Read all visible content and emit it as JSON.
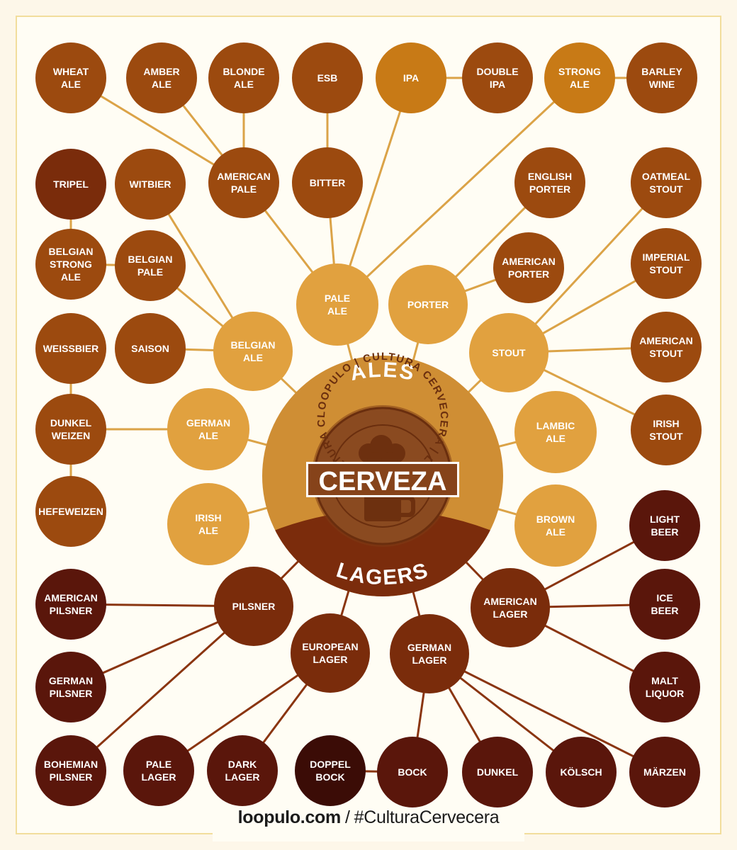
{
  "center": {
    "top_label": "ALES",
    "bottom_label": "LAGERS",
    "main_word": "CERVEZA",
    "seal_text": "LOOPULO | CULTURA CERVECERA | LOOPULO | CULTURA CERVECERA |"
  },
  "colors": {
    "light": "#e1a13f",
    "medium": "#c87a16",
    "dark": "#9c4a0f",
    "darker": "#7a2c0b",
    "darkest": "#5a160b",
    "line_ale": "#dba347",
    "line_lager": "#8a3510",
    "center": "#cf8e34",
    "lager_band": "#7b2c0c",
    "seal": "#7e3d16"
  },
  "nodes": [
    {
      "id": "wheat_ale",
      "label": [
        "WHEAT",
        "ALE"
      ],
      "tone": "dark"
    },
    {
      "id": "amber_ale",
      "label": [
        "AMBER",
        "ALE"
      ],
      "tone": "dark"
    },
    {
      "id": "blonde_ale",
      "label": [
        "BLONDE",
        "ALE"
      ],
      "tone": "dark"
    },
    {
      "id": "esb",
      "label": [
        "ESB"
      ],
      "tone": "dark"
    },
    {
      "id": "ipa",
      "label": [
        "IPA"
      ],
      "tone": "medium"
    },
    {
      "id": "double_ipa",
      "label": [
        "DOUBLE",
        "IPA"
      ],
      "tone": "dark"
    },
    {
      "id": "strong_ale",
      "label": [
        "STRONG",
        "ALE"
      ],
      "tone": "medium"
    },
    {
      "id": "barley_wine",
      "label": [
        "BARLEY",
        "WINE"
      ],
      "tone": "dark"
    },
    {
      "id": "american_pale",
      "label": [
        "AMERICAN",
        "PALE"
      ],
      "tone": "dark"
    },
    {
      "id": "bitter",
      "label": [
        "BITTER"
      ],
      "tone": "dark"
    },
    {
      "id": "tripel",
      "label": [
        "TRIPEL"
      ],
      "tone": "darker"
    },
    {
      "id": "witbier",
      "label": [
        "WITBIER"
      ],
      "tone": "dark"
    },
    {
      "id": "english_porter",
      "label": [
        "ENGLISH",
        "PORTER"
      ],
      "tone": "dark"
    },
    {
      "id": "oatmeal_stout",
      "label": [
        "OATMEAL",
        "STOUT"
      ],
      "tone": "dark"
    },
    {
      "id": "belgian_strong_ale",
      "label": [
        "BELGIAN",
        "STRONG",
        "ALE"
      ],
      "tone": "dark"
    },
    {
      "id": "belgian_pale",
      "label": [
        "BELGIAN",
        "PALE"
      ],
      "tone": "dark"
    },
    {
      "id": "american_porter",
      "label": [
        "AMERICAN",
        "PORTER"
      ],
      "tone": "dark"
    },
    {
      "id": "imperial_stout",
      "label": [
        "IMPERIAL",
        "STOUT"
      ],
      "tone": "dark"
    },
    {
      "id": "pale_ale",
      "label": [
        "PALE",
        "ALE"
      ],
      "tone": "light"
    },
    {
      "id": "porter",
      "label": [
        "PORTER"
      ],
      "tone": "light"
    },
    {
      "id": "weissbier",
      "label": [
        "WEISSBIER"
      ],
      "tone": "dark"
    },
    {
      "id": "saison",
      "label": [
        "SAISON"
      ],
      "tone": "dark"
    },
    {
      "id": "belgian_ale",
      "label": [
        "BELGIAN",
        "ALE"
      ],
      "tone": "light"
    },
    {
      "id": "stout",
      "label": [
        "STOUT"
      ],
      "tone": "light"
    },
    {
      "id": "american_stout",
      "label": [
        "AMERICAN",
        "STOUT"
      ],
      "tone": "dark"
    },
    {
      "id": "dunkel_weizen",
      "label": [
        "DUNKEL",
        "WEIZEN"
      ],
      "tone": "dark"
    },
    {
      "id": "german_ale",
      "label": [
        "GERMAN",
        "ALE"
      ],
      "tone": "light"
    },
    {
      "id": "lambic_ale",
      "label": [
        "LAMBIC",
        "ALE"
      ],
      "tone": "light"
    },
    {
      "id": "irish_stout",
      "label": [
        "IRISH",
        "STOUT"
      ],
      "tone": "dark"
    },
    {
      "id": "hefeweizen",
      "label": [
        "HEFEWEIZEN"
      ],
      "tone": "dark"
    },
    {
      "id": "irish_ale",
      "label": [
        "IRISH",
        "ALE"
      ],
      "tone": "light"
    },
    {
      "id": "brown_ale",
      "label": [
        "BROWN",
        "ALE"
      ],
      "tone": "light"
    },
    {
      "id": "light_beer",
      "label": [
        "LIGHT",
        "BEER"
      ],
      "tone": "darkest"
    },
    {
      "id": "american_pilsner",
      "label": [
        "AMERICAN",
        "PILSNER"
      ],
      "tone": "darkest"
    },
    {
      "id": "pilsner",
      "label": [
        "PILSNER"
      ],
      "tone": "darker"
    },
    {
      "id": "american_lager",
      "label": [
        "AMERICAN",
        "LAGER"
      ],
      "tone": "darker"
    },
    {
      "id": "ice_beer",
      "label": [
        "ICE",
        "BEER"
      ],
      "tone": "darkest"
    },
    {
      "id": "european_lager",
      "label": [
        "EUROPEAN",
        "LAGER"
      ],
      "tone": "darker"
    },
    {
      "id": "german_lager",
      "label": [
        "GERMAN",
        "LAGER"
      ],
      "tone": "darker"
    },
    {
      "id": "german_pilsner",
      "label": [
        "GERMAN",
        "PILSNER"
      ],
      "tone": "darkest"
    },
    {
      "id": "malt_liquor",
      "label": [
        "MALT",
        "LIQUOR"
      ],
      "tone": "darkest"
    },
    {
      "id": "bohemian_pilsner",
      "label": [
        "BOHEMIAN",
        "PILSNER"
      ],
      "tone": "darkest"
    },
    {
      "id": "pale_lager",
      "label": [
        "PALE",
        "LAGER"
      ],
      "tone": "darkest"
    },
    {
      "id": "dark_lager",
      "label": [
        "DARK",
        "LAGER"
      ],
      "tone": "darkest"
    },
    {
      "id": "doppel_bock",
      "label": [
        "DOPPEL",
        "BOCK"
      ],
      "tone": "black"
    },
    {
      "id": "bock",
      "label": [
        "BOCK"
      ],
      "tone": "darkest"
    },
    {
      "id": "dunkel",
      "label": [
        "DUNKEL"
      ],
      "tone": "darkest"
    },
    {
      "id": "kolsch",
      "label": [
        "KÖLSCH"
      ],
      "tone": "darkest"
    },
    {
      "id": "marzen",
      "label": [
        "MÄRZEN"
      ],
      "tone": "darkest"
    }
  ],
  "footer": {
    "site": "loopulo.com",
    "separator": "/",
    "hashtag": "#CulturaCervecera"
  }
}
